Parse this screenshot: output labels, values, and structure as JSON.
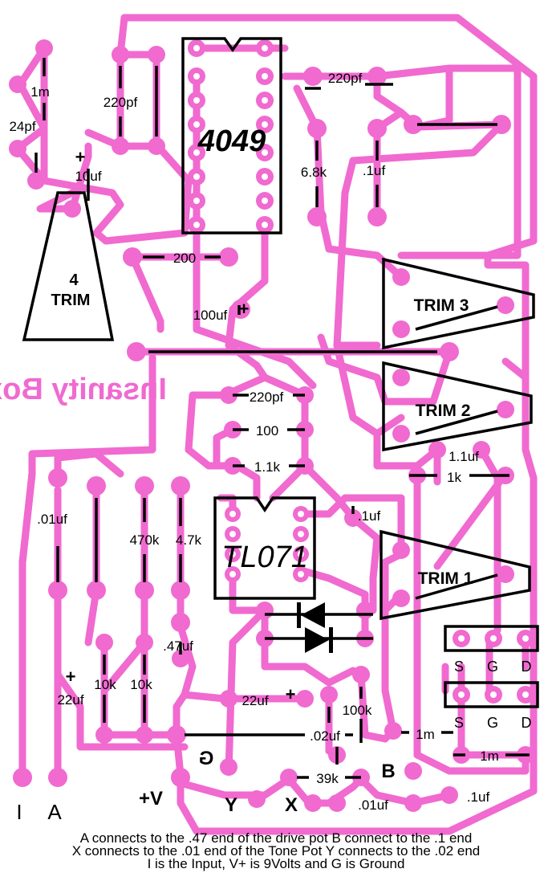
{
  "board": {
    "title_mirrored": "Insanity Box",
    "colors": {
      "trace": "#f06ad0",
      "ink": "#000000",
      "background": "#ffffff"
    }
  },
  "chips": {
    "ic1": "4049",
    "ic2": "TL071"
  },
  "trimmers": {
    "t1": "TRIM 1",
    "t2": "TRIM 2",
    "t3": "TRIM 3",
    "t4_num": "4",
    "t4_word": "TRIM"
  },
  "components": {
    "r_1m_top": "1m",
    "c_24pf": "24pf",
    "c_220pf_left": "220pf",
    "c_10uf": "10uf",
    "c_220pf_top": "220pf",
    "r_6_8k": "6.8k",
    "c_0_1uf_top": ".1uf",
    "r_200": "200",
    "c_100uf": "100uf",
    "c_220pf_mid": "220pf",
    "r_100": "100",
    "r_1_1k": "1.1k",
    "c_1_1uf": "1.1uf",
    "r_1k": "1k",
    "c_0_01uf_left": ".01uf",
    "r_470k": "470k",
    "r_4_7k": "4.7k",
    "c_0_1uf_mid": ".1uf",
    "c_0_47uf": ".47uf",
    "c_22uf_left": "22uf",
    "r_10k_a": "10k",
    "r_10k_b": "10k",
    "c_22uf_mid": "22uf",
    "r_100k": "100k",
    "c_0_02uf": ".02uf",
    "r_39k": "39k",
    "c_0_01uf_bottom": ".01uf",
    "c_0_1uf_bottom": ".1uf",
    "r_1m_a": "1m",
    "r_1m_b": "1m"
  },
  "polarity": {
    "plus": "+"
  },
  "transistors": {
    "s": "S",
    "g": "G",
    "d": "D"
  },
  "connections": {
    "i": "I",
    "a": "A",
    "v_plus": "+V",
    "y": "Y",
    "x": "X",
    "b": "B",
    "g_mirrored": "G"
  },
  "notes": [
    "A connects to the .47 end of the drive  pot B connect to the .1 end",
    "X connects to the .01 end of the Tone Pot Y connects to the .02 end",
    "I is the Input, V+ is 9Volts and G is Ground"
  ]
}
